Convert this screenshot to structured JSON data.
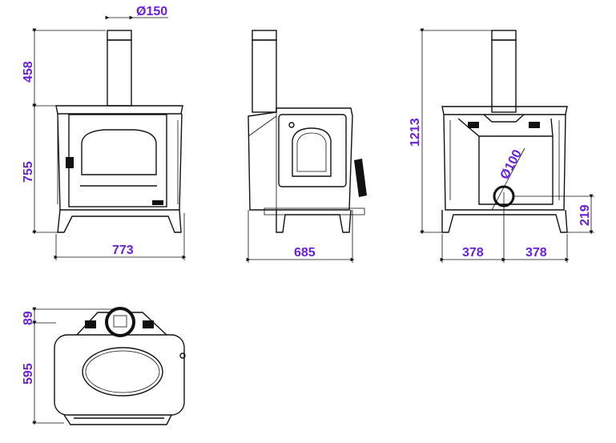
{
  "dimensions": {
    "flue_diameter": "Ø150",
    "flue_height": "458",
    "body_height": "755",
    "front_width": "773",
    "side_depth": "685",
    "total_height": "1213",
    "rear_outlet_diameter": "Ø100",
    "rear_outlet_height": "219",
    "rear_half_left": "378",
    "rear_half_right": "378",
    "top_flue_offset": "89",
    "top_depth": "595"
  },
  "colors": {
    "dimension_text": "#6a1fe0",
    "line": "#111111"
  }
}
